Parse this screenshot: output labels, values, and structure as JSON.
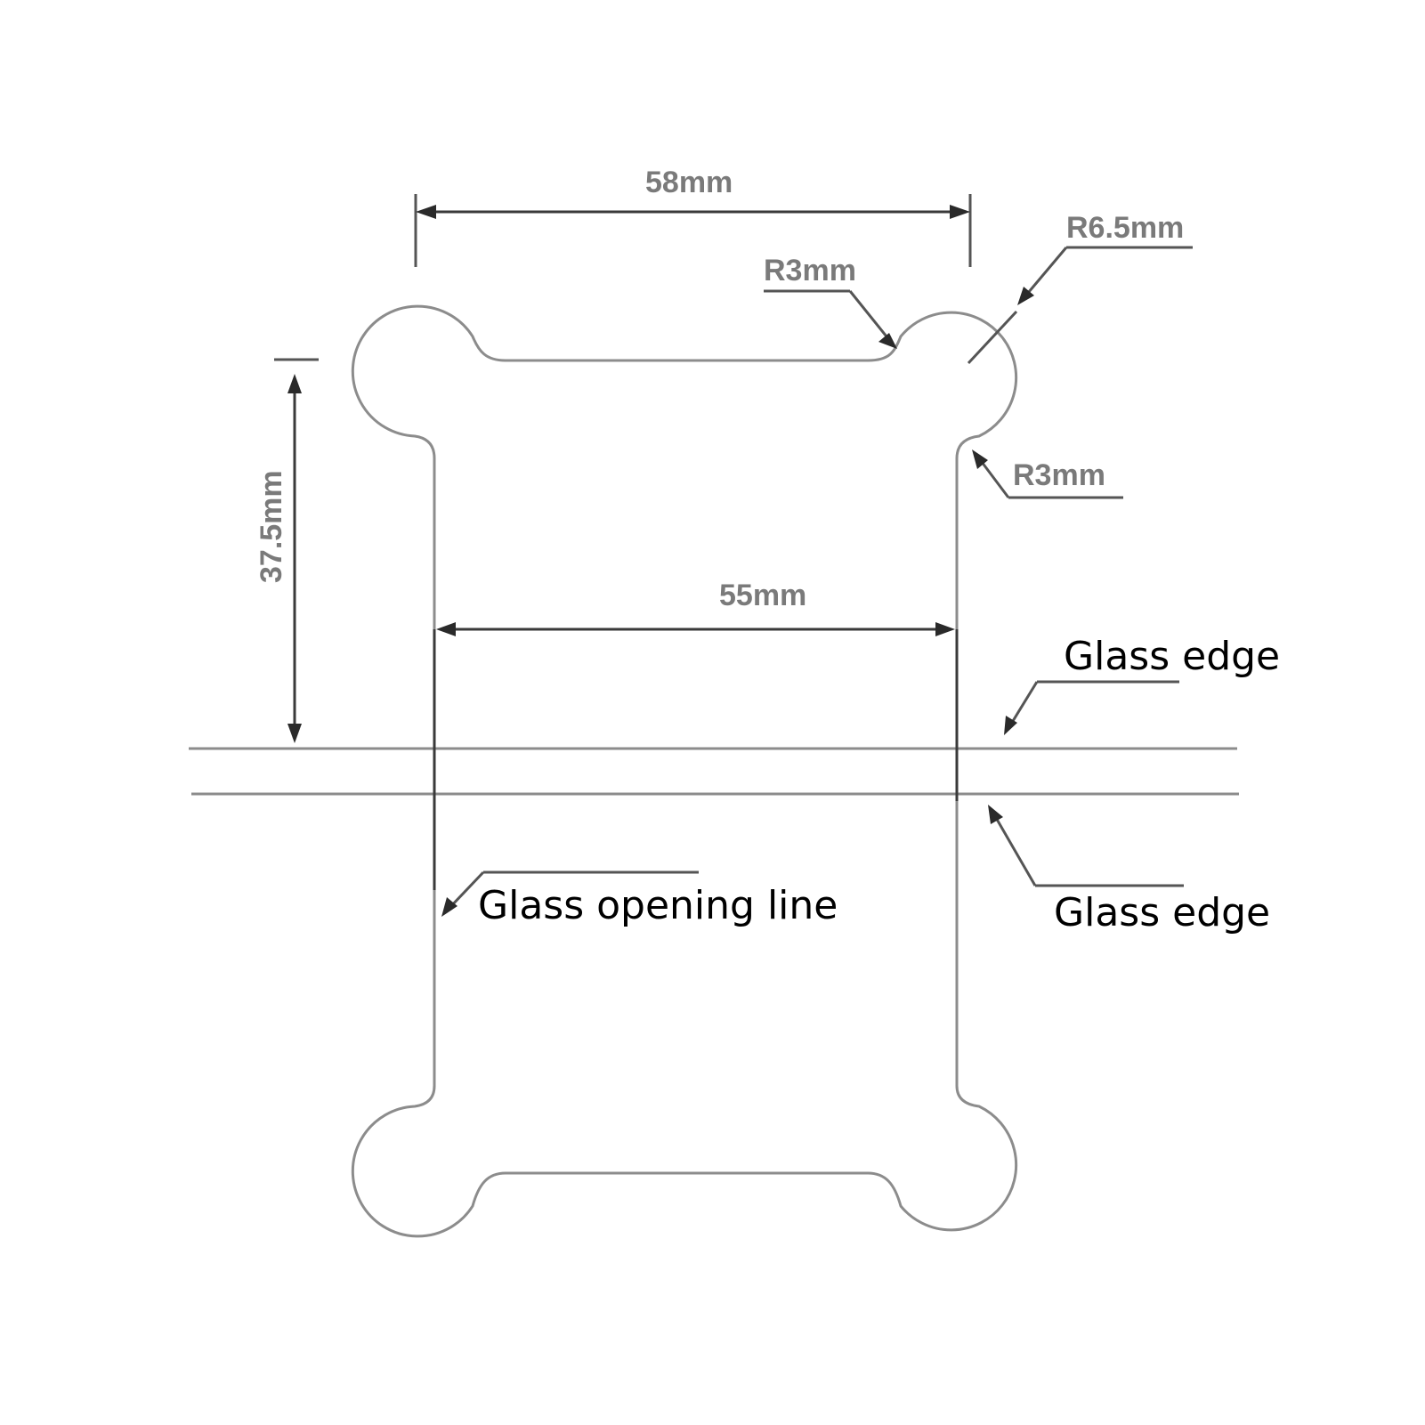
{
  "dimensions": {
    "top_width": "58mm",
    "inner_width": "55mm",
    "height": "37.5mm",
    "radius_large": "R6.5mm",
    "radius_small_top": "R3mm",
    "radius_small_side": "R3mm"
  },
  "labels": {
    "glass_edge_top": "Glass edge",
    "glass_edge_bottom": "Glass edge",
    "glass_opening_line": "Glass opening line"
  },
  "colors": {
    "outline": "#8c8c8c",
    "dimension_lines": "#3a3a3a",
    "label_text": "#000000"
  }
}
